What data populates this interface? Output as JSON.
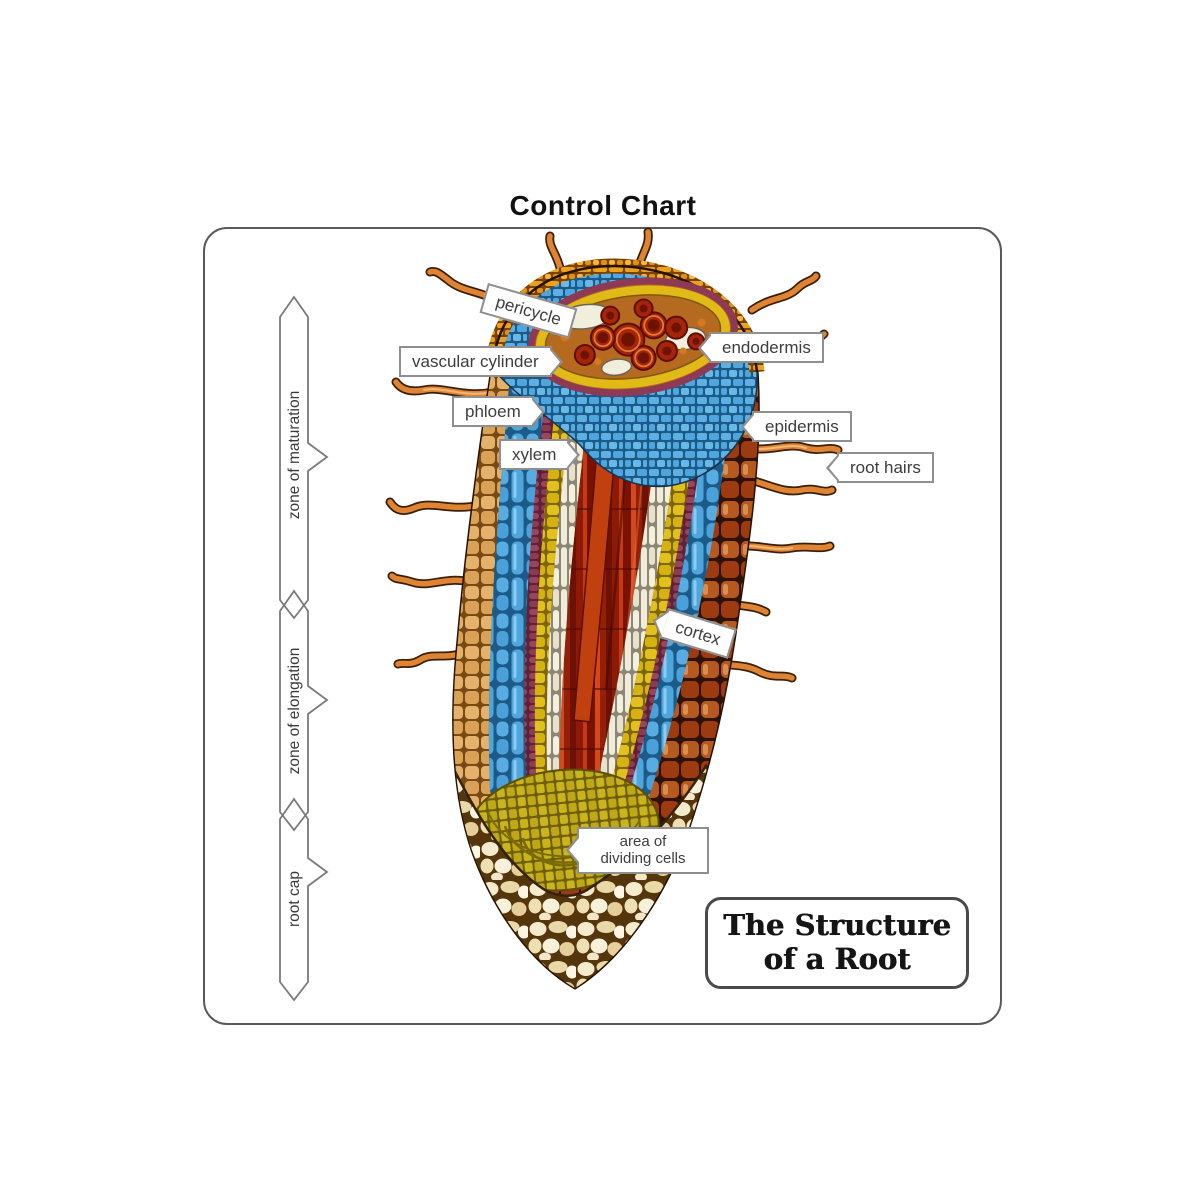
{
  "page": {
    "title": "Control Chart"
  },
  "diagram_labels": {
    "pericycle": "pericycle",
    "vascular_cylinder": "vascular cylinder",
    "endodermis": "endodermis",
    "phloem": "phloem",
    "epidermis": "epidermis",
    "xylem": "xylem",
    "root_hairs": "root hairs",
    "cortex": "cortex",
    "dividing_line1": "area of",
    "dividing_line2": "dividing cells"
  },
  "zones": {
    "maturation": "zone of maturation",
    "elongation": "zone of elongation",
    "root_cap": "root cap"
  },
  "caption": {
    "line1": "The Structure",
    "line2": "of a Root"
  },
  "colors": {
    "frame_border": "#595959",
    "label_border": "#8f8f8f",
    "cortex_blue": "#4fa6dd",
    "xylem_red": "#a62408",
    "pericycle_yellow": "#e2bb16",
    "endodermis_maroon": "#8e3a55",
    "epidermis_brown": "#9c3a10",
    "root_hair_orange": "#e08434",
    "root_cap_cream": "#f5ecce",
    "dividing_cells_olive": "#c9b41c"
  }
}
